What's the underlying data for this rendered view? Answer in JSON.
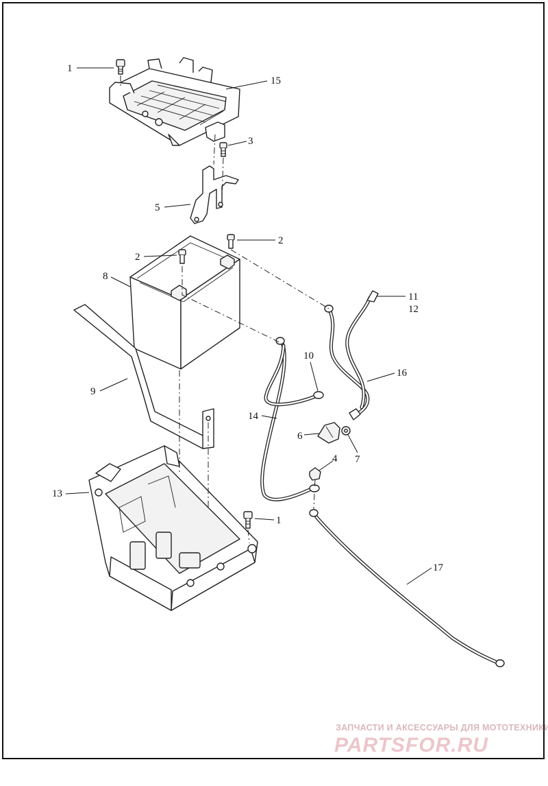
{
  "callouts": {
    "c1_top": "1",
    "c15": "15",
    "c3": "3",
    "c5": "5",
    "c2_left": "2",
    "c2_right": "2",
    "c8": "8",
    "c11": "11",
    "c12": "12",
    "c10": "10",
    "c16": "16",
    "c9": "9",
    "c14": "14",
    "c6": "6",
    "c7": "7",
    "c4": "4",
    "c13": "13",
    "c1_bottom": "1",
    "c17": "17"
  },
  "watermark": {
    "tagline": "ЗАПЧАСТИ И АКСЕССУАРЫ ДЛЯ МОТОТЕХНИКИ",
    "site": "PARTSFOR.RU"
  },
  "colors": {
    "line": "#222222",
    "watermark": "#d9b7bc"
  }
}
